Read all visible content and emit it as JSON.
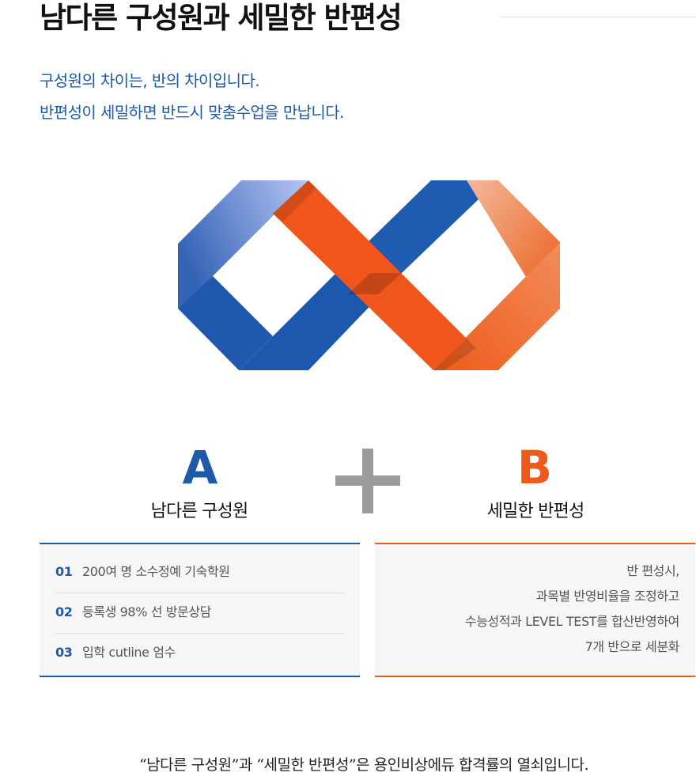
{
  "header": {
    "title": "남다른 구성원과 세밀한 반편성"
  },
  "intro": {
    "line1": "구성원의 차이는, 반의 차이입니다.",
    "line2": "반편성이 세밀하면 반드시 맞춤수업을 만납니다."
  },
  "colors": {
    "blue": "#1f5aa6",
    "orange": "#ef5a1a",
    "plus_gray": "#9c9c9c"
  },
  "column_a": {
    "letter": "A",
    "label": "남다른 구성원",
    "items": [
      {
        "num": "01",
        "text": "200여 명 소수정예 기숙학원"
      },
      {
        "num": "02",
        "text": "등록생 98% 선 방문상담"
      },
      {
        "num": "03",
        "text": "입학 cutline 엄수"
      }
    ]
  },
  "column_b": {
    "letter": "B",
    "label": "세밀한 반편성",
    "lines": [
      "반 편성시,",
      "과목별 반영비율을 조정하고",
      "수능성적과 LEVEL TEST를 합산반영하여",
      "7개 반으로 세분화"
    ]
  },
  "footer": {
    "text": "“남다른 구성원”과 “세밀한 반편성”은 용인비상에듀 합격률의 열쇠입니다."
  }
}
